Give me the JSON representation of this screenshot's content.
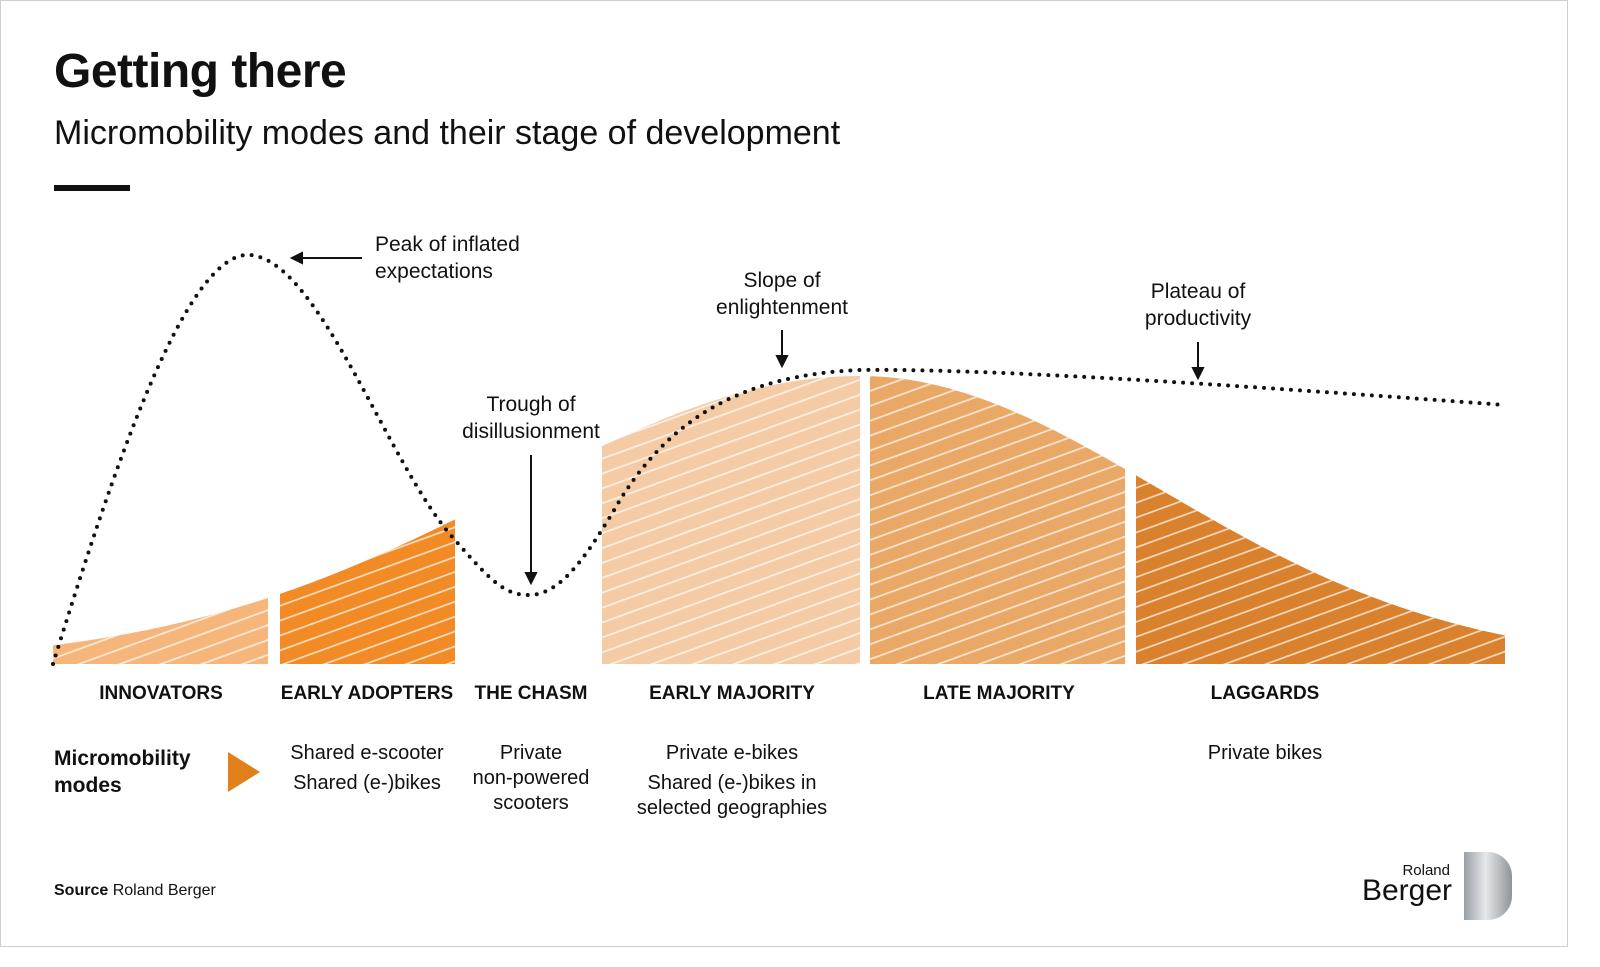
{
  "title": "Getting there",
  "subtitle": "Micromobility modes and their stage of development",
  "chart_data": {
    "type": "area",
    "description_type": "adoption bell curve with hype cycle overlay",
    "segments": [
      {
        "name": "INNOVATORS",
        "modes": [],
        "color": "#f6b57a"
      },
      {
        "name": "EARLY ADOPTERS",
        "modes": [
          "Shared e-scooter",
          "Shared (e-)bikes"
        ],
        "color": "#f28a26"
      },
      {
        "name": "THE CHASM",
        "modes": [
          "Private",
          "non-powered",
          "scooters"
        ],
        "color": null
      },
      {
        "name": "EARLY MAJORITY",
        "modes": [
          "Private e-bikes",
          "Shared (e-)bikes in",
          "selected geographies"
        ],
        "color": "#f4cba4"
      },
      {
        "name": "LATE MAJORITY",
        "modes": [],
        "color": "#eaa866"
      },
      {
        "name": "LAGGARDS",
        "modes": [
          "Private bikes"
        ],
        "color": "#d9812c"
      }
    ],
    "hype_annotations": [
      {
        "lines": [
          "Peak of inflated",
          "expectations"
        ]
      },
      {
        "lines": [
          "Trough of",
          "disillusionment"
        ]
      },
      {
        "lines": [
          "Slope of",
          "enlightenment"
        ]
      },
      {
        "lines": [
          "Plateau of",
          "productivity"
        ]
      }
    ]
  },
  "modes_label": [
    "Micromobility",
    "modes"
  ],
  "source_label": "Source",
  "source_value": "Roland Berger",
  "logo": {
    "top": "Roland",
    "bottom": "Berger"
  }
}
